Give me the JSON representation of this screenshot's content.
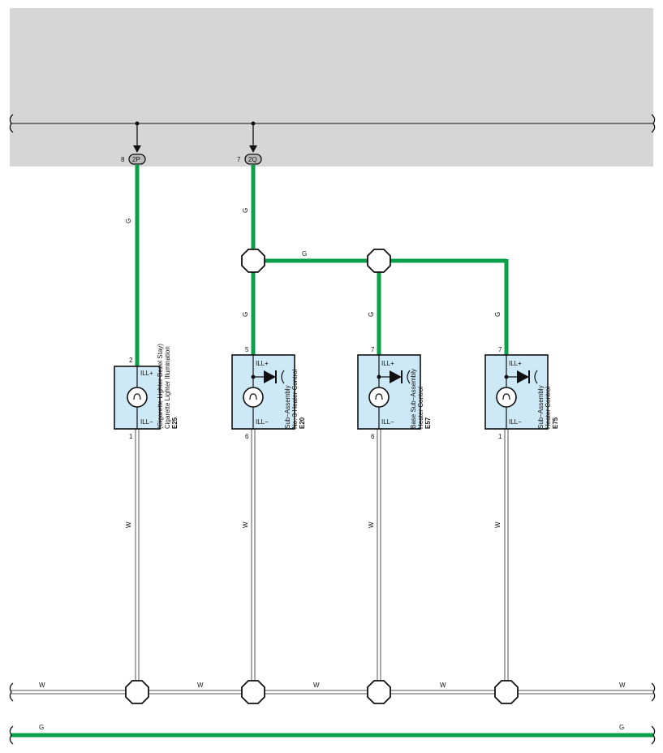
{
  "colors": {
    "green_wire": "#0aa04a",
    "white_wire": "#ffffff",
    "component_fill": "#cde8f6",
    "ecu_panel": "#d6d6d6"
  },
  "top_connectors": [
    {
      "pin": "8",
      "code": "2P"
    },
    {
      "pin": "7",
      "code": "2Q"
    }
  ],
  "wire_labels": {
    "green": "G",
    "white": "W"
  },
  "components": [
    {
      "id": "E25",
      "name_line1": "Cigarette Lighter Illumination",
      "name_line2": "(Cigarette Lighter Bezel Stay)",
      "pin_top": "2",
      "pin_bottom": "1",
      "term_top": "ILL+",
      "term_bottom": "ILL−",
      "has_led": false
    },
    {
      "id": "E20",
      "name_line1": "No. 3 Heater Control",
      "name_line2": "Sub−Assembly",
      "pin_top": "5",
      "pin_bottom": "6",
      "term_top": "ILL+",
      "term_bottom": "ILL−",
      "has_led": true
    },
    {
      "id": "E57",
      "name_line1": "Heater Control",
      "name_line2": "Base Sub−Assembly",
      "pin_top": "7",
      "pin_bottom": "6",
      "term_top": "ILL+",
      "term_bottom": "ILL−",
      "has_led": true
    },
    {
      "id": "E75",
      "name_line1": "Heater Control",
      "name_line2": "Sub−Assembly",
      "pin_top": "7",
      "pin_bottom": "1",
      "term_top": "ILL+",
      "term_bottom": "ILL−",
      "has_led": true
    }
  ]
}
